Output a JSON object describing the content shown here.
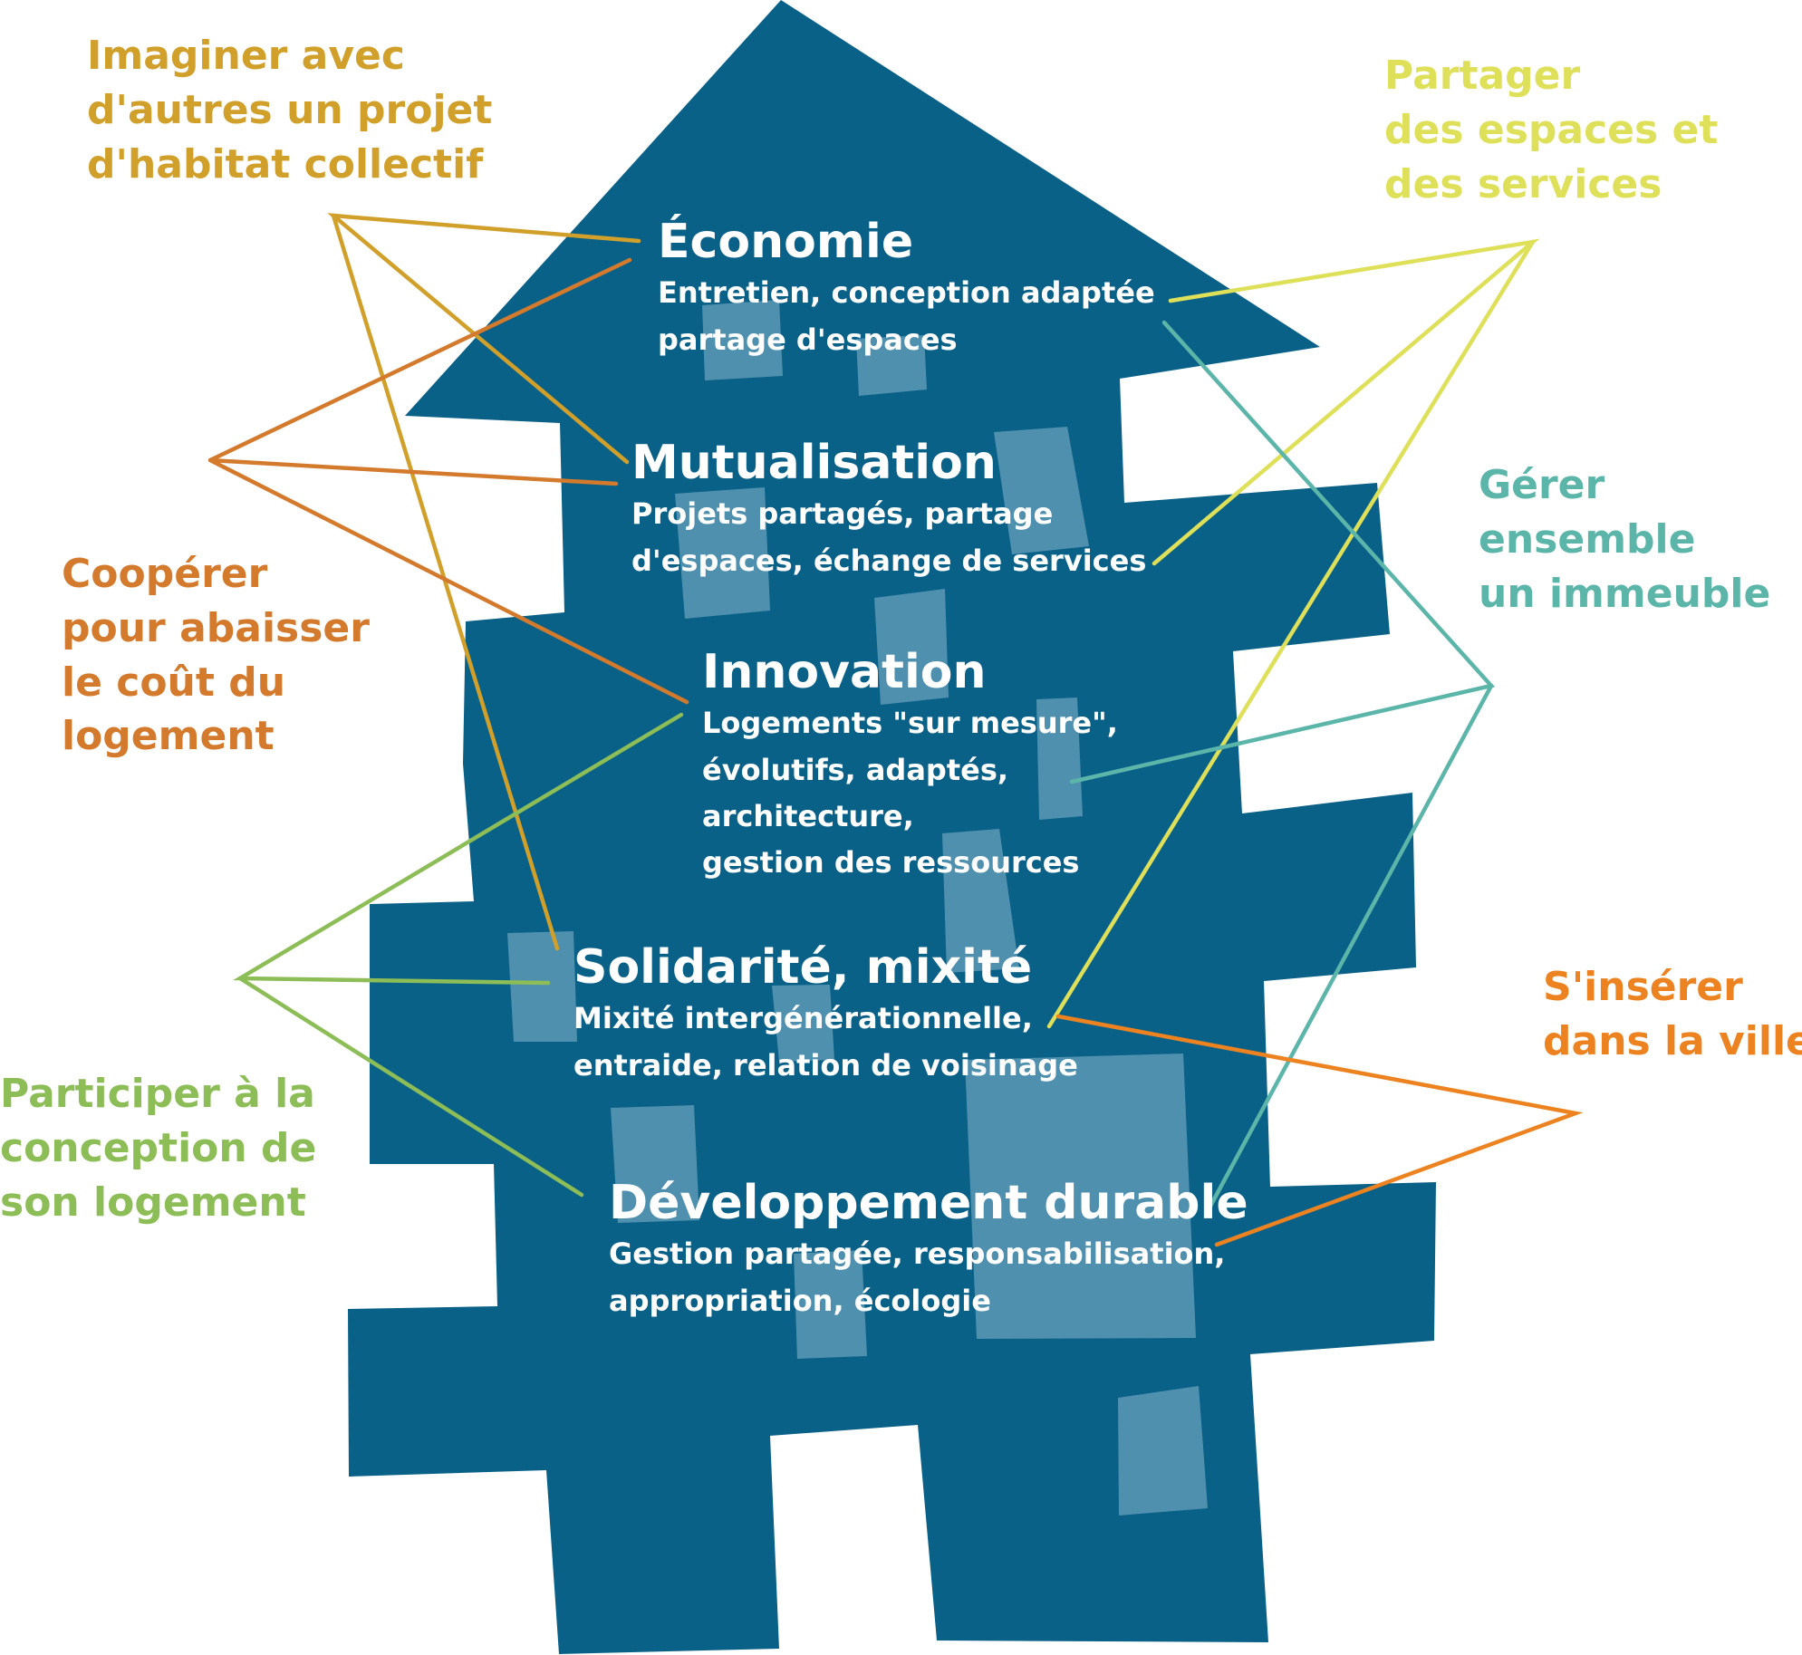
{
  "colors": {
    "building": "#0a6188",
    "window": "#4f90ae",
    "goal_gold": "#d1a02a",
    "goal_orange_brown": "#d47a2d",
    "goal_green": "#8cbd56",
    "goal_yellow": "#dfe05a",
    "goal_teal": "#5bb5a8",
    "goal_orange": "#ec8320"
  },
  "goals": {
    "imaginer": {
      "lines": [
        "Imaginer avec",
        "d'autres un projet",
        "d'habitat collectif"
      ]
    },
    "cooperer": {
      "lines": [
        "Coopérer",
        "pour abaisser",
        "le coût du",
        "logement"
      ]
    },
    "participer": {
      "lines": [
        "Participer à la",
        "conception de",
        "son logement"
      ]
    },
    "partager": {
      "lines": [
        "Partager",
        "des espaces et",
        "des services"
      ]
    },
    "gerer": {
      "lines": [
        "Gérer",
        "ensemble",
        "un immeuble"
      ]
    },
    "inserer": {
      "lines": [
        "S'insérer",
        "dans la ville"
      ]
    }
  },
  "themes": {
    "economie": {
      "title": "Économie",
      "desc": [
        "Entretien, conception adaptée",
        "partage d'espaces"
      ]
    },
    "mutualisation": {
      "title": "Mutualisation",
      "desc": [
        "Projets partagés, partage",
        "d'espaces, échange de services"
      ]
    },
    "innovation": {
      "title": "Innovation",
      "desc": [
        "Logements \"sur mesure\",",
        "évolutifs, adaptés,",
        "architecture,",
        "gestion des ressources"
      ]
    },
    "solidarite": {
      "title": "Solidarité, mixité",
      "desc": [
        "Mixité intergénérationnelle,",
        "entraide, relation de voisinage"
      ]
    },
    "developpement": {
      "title": "Développement durable",
      "desc": [
        "Gestion partagée, responsabilisation,",
        "appropriation, écologie"
      ]
    }
  }
}
